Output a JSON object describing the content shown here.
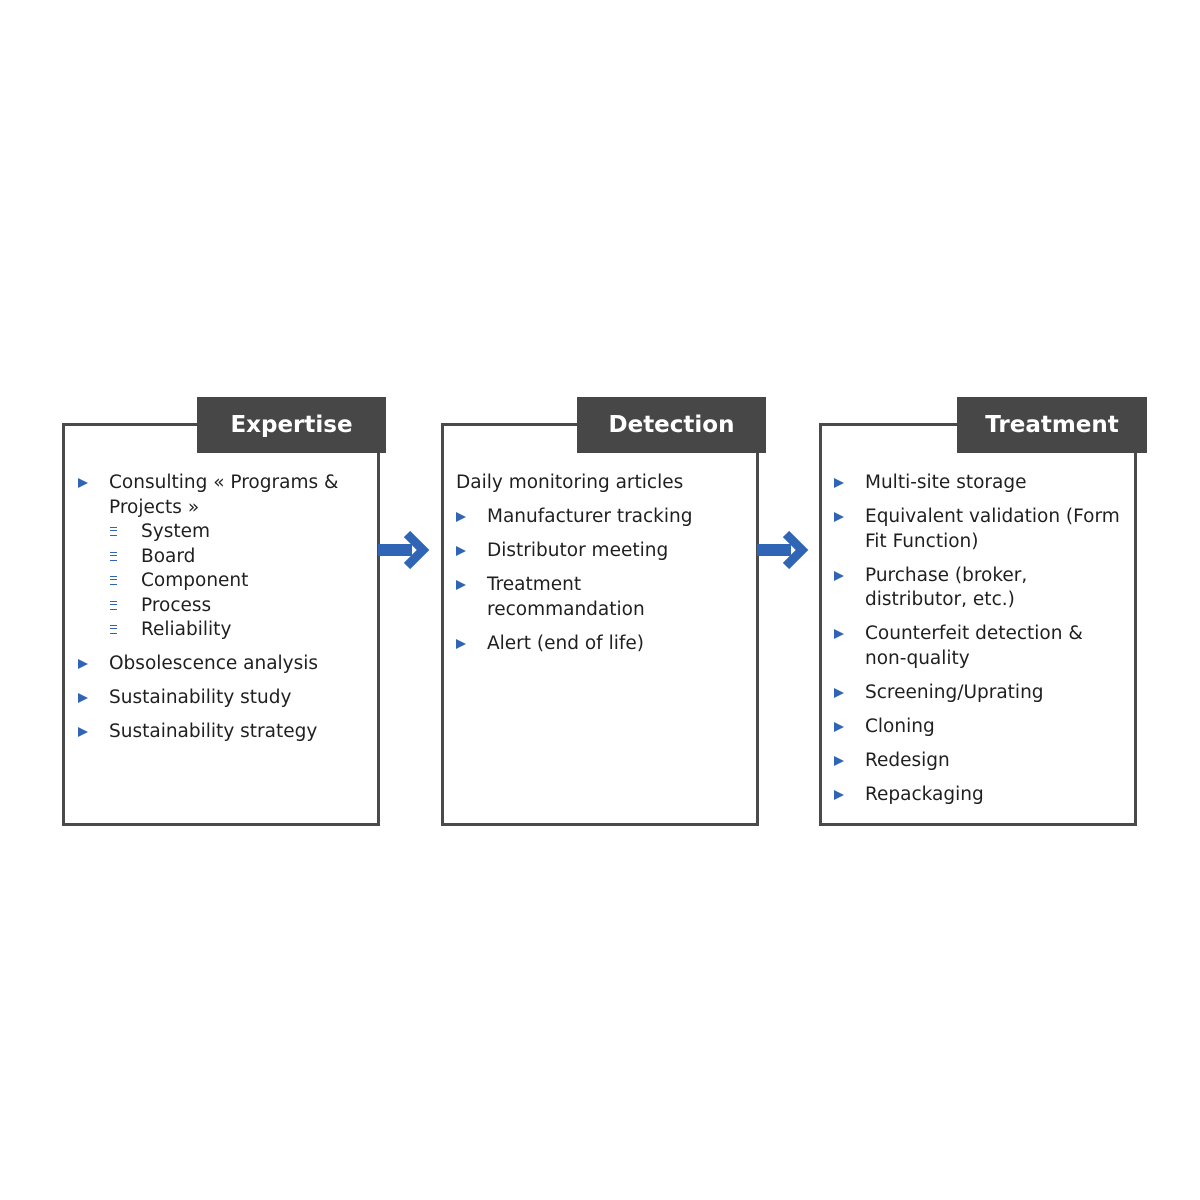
{
  "colors": {
    "header_bg": "#474747",
    "header_text": "#ffffff",
    "border": "#4a4a4a",
    "accent": "#2f65b4"
  },
  "icons": {
    "bullet": "triangle-right-icon",
    "sub_bullet": "triple-bar-icon",
    "connector": "arrow-right-icon"
  },
  "expertise": {
    "title": "Expertise",
    "items": [
      {
        "label": "Consulting « Programs & Projects »",
        "sub": [
          "System",
          "Board",
          "Component",
          "Process",
          "Reliability"
        ]
      },
      {
        "label": "Obsolescence analysis"
      },
      {
        "label": "Sustainability study"
      },
      {
        "label": "Sustainability strategy"
      }
    ]
  },
  "detection": {
    "title": "Detection",
    "intro": "Daily monitoring articles",
    "items": [
      {
        "label": "Manufacturer tracking"
      },
      {
        "label": "Distributor meeting"
      },
      {
        "label": "Treatment recommandation"
      },
      {
        "label": "Alert (end of life)"
      }
    ]
  },
  "treatment": {
    "title": "Treatment",
    "items": [
      {
        "label": "Multi-site storage"
      },
      {
        "label": "Equivalent validation (Form Fit Function)"
      },
      {
        "label": "Purchase (broker, distributor, etc.)"
      },
      {
        "label": "Counterfeit detection & non-quality"
      },
      {
        "label": "Screening/Uprating"
      },
      {
        "label": "Cloning"
      },
      {
        "label": "Redesign"
      },
      {
        "label": "Repackaging"
      }
    ]
  }
}
